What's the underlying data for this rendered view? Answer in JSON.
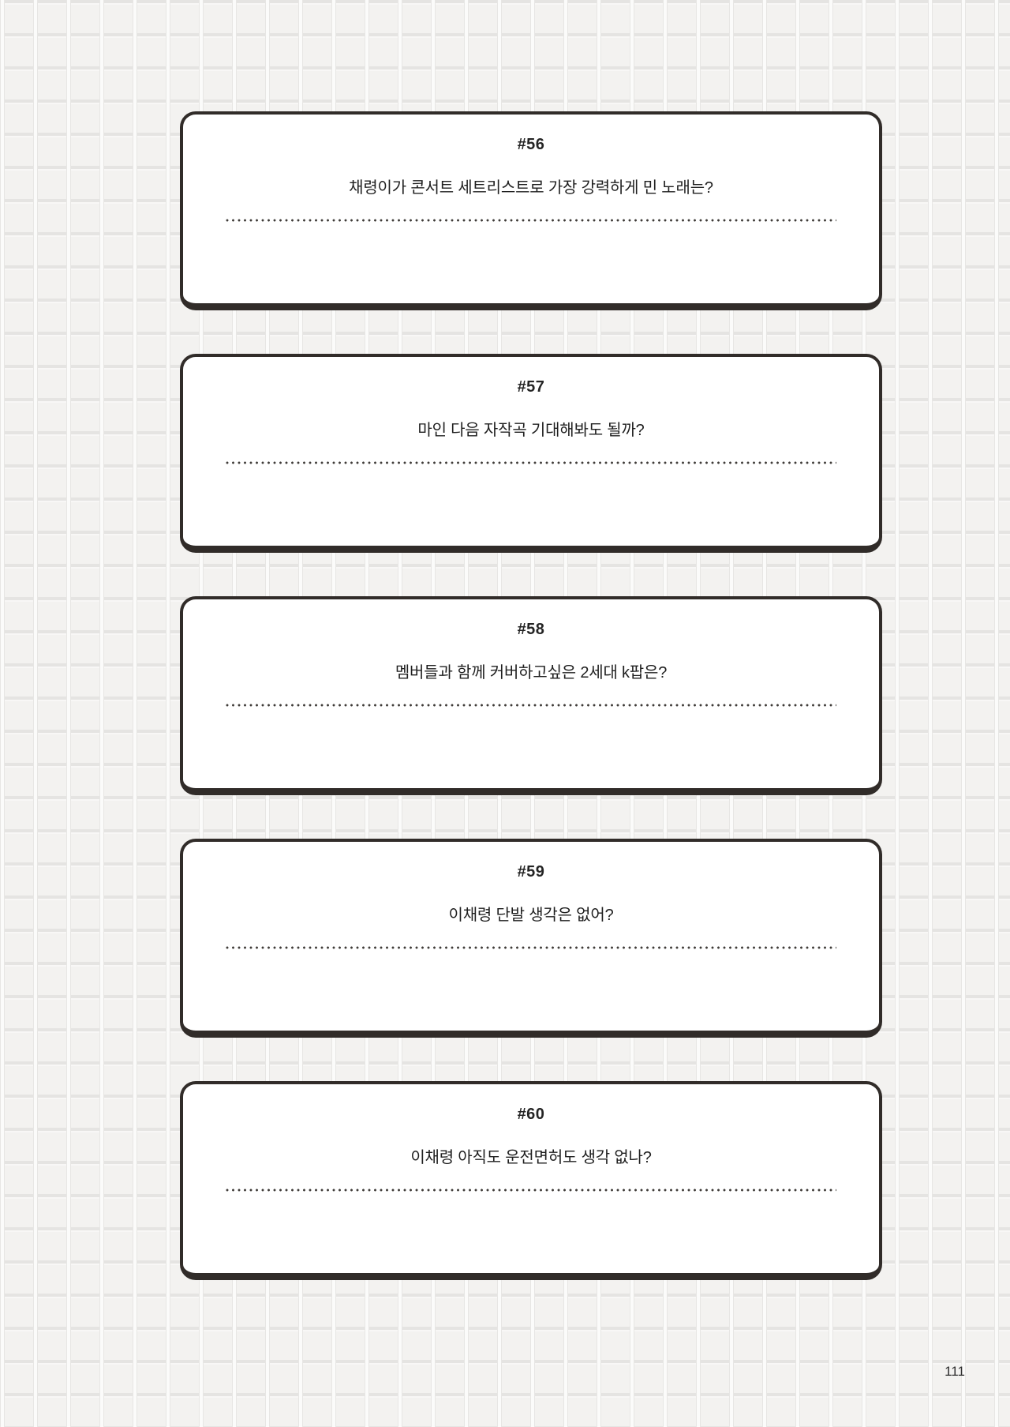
{
  "page": {
    "number_label": "111"
  },
  "colors": {
    "background_tile": "#f3f2f0",
    "grid_line_vertical": "#fbfbfa",
    "grid_line_horizontal": "#e5e4e2",
    "card_background": "#ffffff",
    "card_border": "#312c29",
    "text": "#242424",
    "answer_dot": "#3f3b38"
  },
  "cards": [
    {
      "number": "#56",
      "question": "채령이가 콘서트 세트리스트로 가장 강력하게 민 노래는?"
    },
    {
      "number": "#57",
      "question": "마인 다음 자작곡 기대해봐도 될까?"
    },
    {
      "number": "#58",
      "question": "멤버들과 함께 커버하고싶은 2세대 k팝은?"
    },
    {
      "number": "#59",
      "question": "이채령 단발 생각은 없어?"
    },
    {
      "number": "#60",
      "question": "이채령 아직도 운전면허도 생각 없나?"
    }
  ]
}
